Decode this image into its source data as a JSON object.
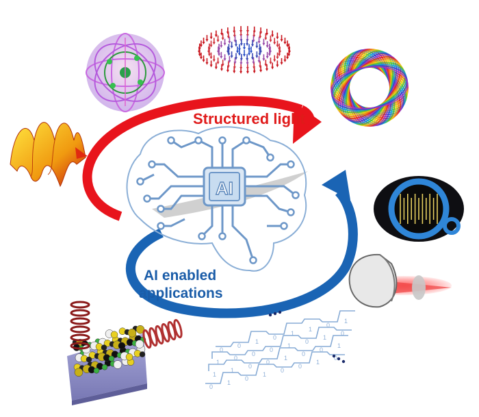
{
  "labels": {
    "structured_light": "Structured light",
    "ai_applications_line1": "AI enabled",
    "ai_applications_line2": "applications",
    "chip": "AI"
  },
  "colors": {
    "red_arrow": "#e8141c",
    "blue_arrow": "#1a64b4",
    "circuit": "#6d97c8",
    "chip_fill": "#c8dcf0",
    "structured_light_text": "#e01a1a",
    "ai_text": "#1a5ca8"
  },
  "binary_rows": [
    "0 1 0 1 0 0 1 0",
    "1 1 0 0 1 0 0 1",
    "1 0 0 0 1 0 1 0",
    "0 0 1 0 1 1 0 1"
  ],
  "icons": [
    "vortex-beam-3d-icon",
    "hopfion-sphere-icon",
    "skyrmion-arrows-icon",
    "torus-knot-icon",
    "optical-vortex-ring-icon",
    "lens-focus-icon",
    "helical-beam-on-surface-icon",
    "binary-data-stream-icon",
    "circuit-brain-icon",
    "ai-chip-icon"
  ]
}
